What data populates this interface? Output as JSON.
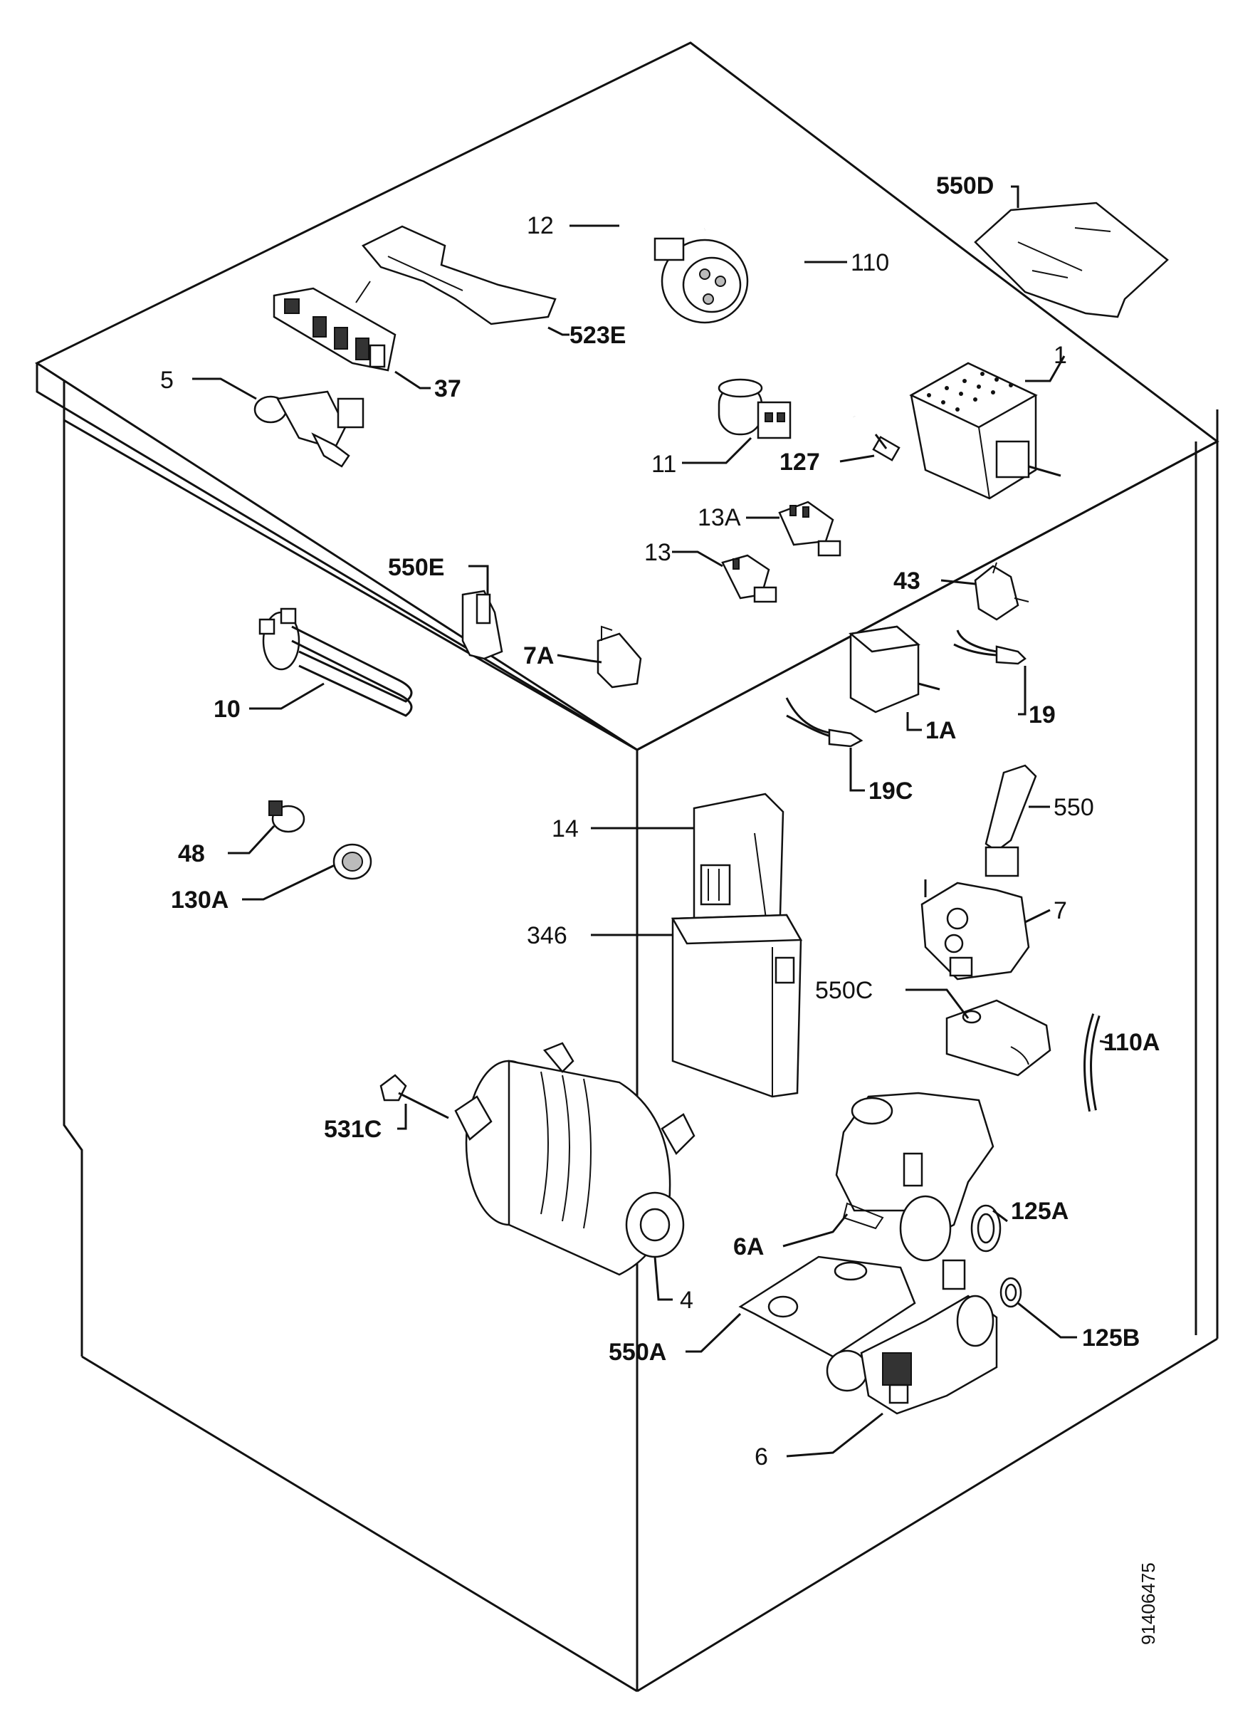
{
  "diagram": {
    "document_number": "91406475",
    "labels": {
      "550D": "550D",
      "12": "12",
      "110": "110",
      "523E": "523E",
      "37": "37",
      "5": "5",
      "1": "1",
      "11": "11",
      "127": "127",
      "13A": "13A",
      "13": "13",
      "43": "43",
      "550E": "550E",
      "7A": "7A",
      "10": "10",
      "19": "19",
      "1A": "1A",
      "19C": "19C",
      "550": "550",
      "14": "14",
      "48": "48",
      "130A": "130A",
      "7": "7",
      "346": "346",
      "550C": "550C",
      "110A": "110A",
      "531C": "531C",
      "125A": "125A",
      "6A": "6A",
      "4": "4",
      "125B": "125B",
      "550A": "550A",
      "6": "6"
    }
  }
}
